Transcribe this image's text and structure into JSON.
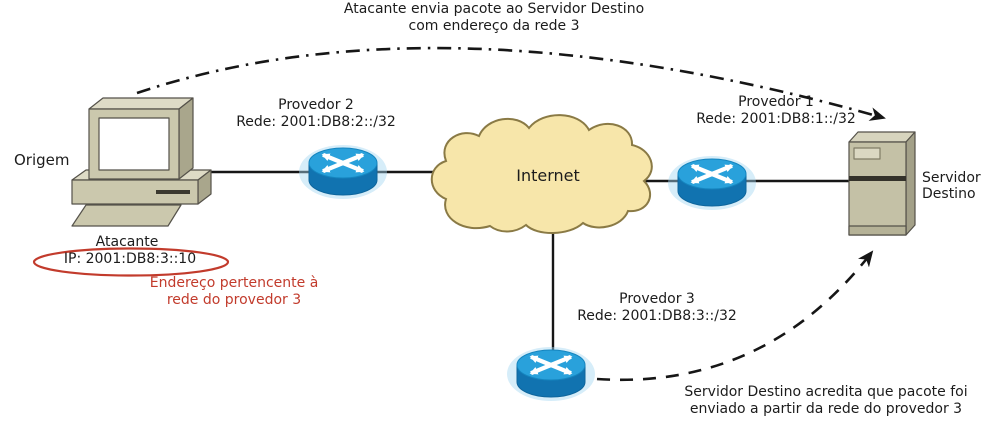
{
  "notes": {
    "attack": {
      "line1": "Atacante envia pacote ao Servidor Destino",
      "line2": "com endereço da rede 3"
    },
    "belief": {
      "line1": "Servidor Destino acredita que pacote foi",
      "line2": "enviado a partir da rede do provedor 3"
    },
    "spoofed_address": {
      "line1": "Endereço pertencente à",
      "line2": "rede do provedor 3"
    }
  },
  "nodes": {
    "origin": {
      "label": "Origem",
      "sublabel": "Atacante",
      "ip": "IP: 2001:DB8:3::10"
    },
    "internet": {
      "label": "Internet"
    },
    "server": {
      "label_line1": "Servidor",
      "label_line2": "Destino"
    },
    "provider1": {
      "name": "Provedor 1",
      "network": "Rede: 2001:DB8:1::/32"
    },
    "provider2": {
      "name": "Provedor 2",
      "network": "Rede: 2001:DB8:2::/32"
    },
    "provider3": {
      "name": "Provedor 3",
      "network": "Rede: 2001:DB8:3::/32"
    }
  },
  "colors": {
    "router_top": "#29a1db",
    "router_side": "#1173b0",
    "router_halo": "#a5d8f2",
    "cloud_fill": "#f7e6aa",
    "cloud_border": "#8a7a45",
    "device_beige": "#cbc8ad",
    "device_beige_light": "#dedbc6",
    "device_beige_dark": "#a9a68c",
    "highlight_red": "#c23b2c",
    "line": "#161616",
    "text": "#1c1c1c"
  }
}
